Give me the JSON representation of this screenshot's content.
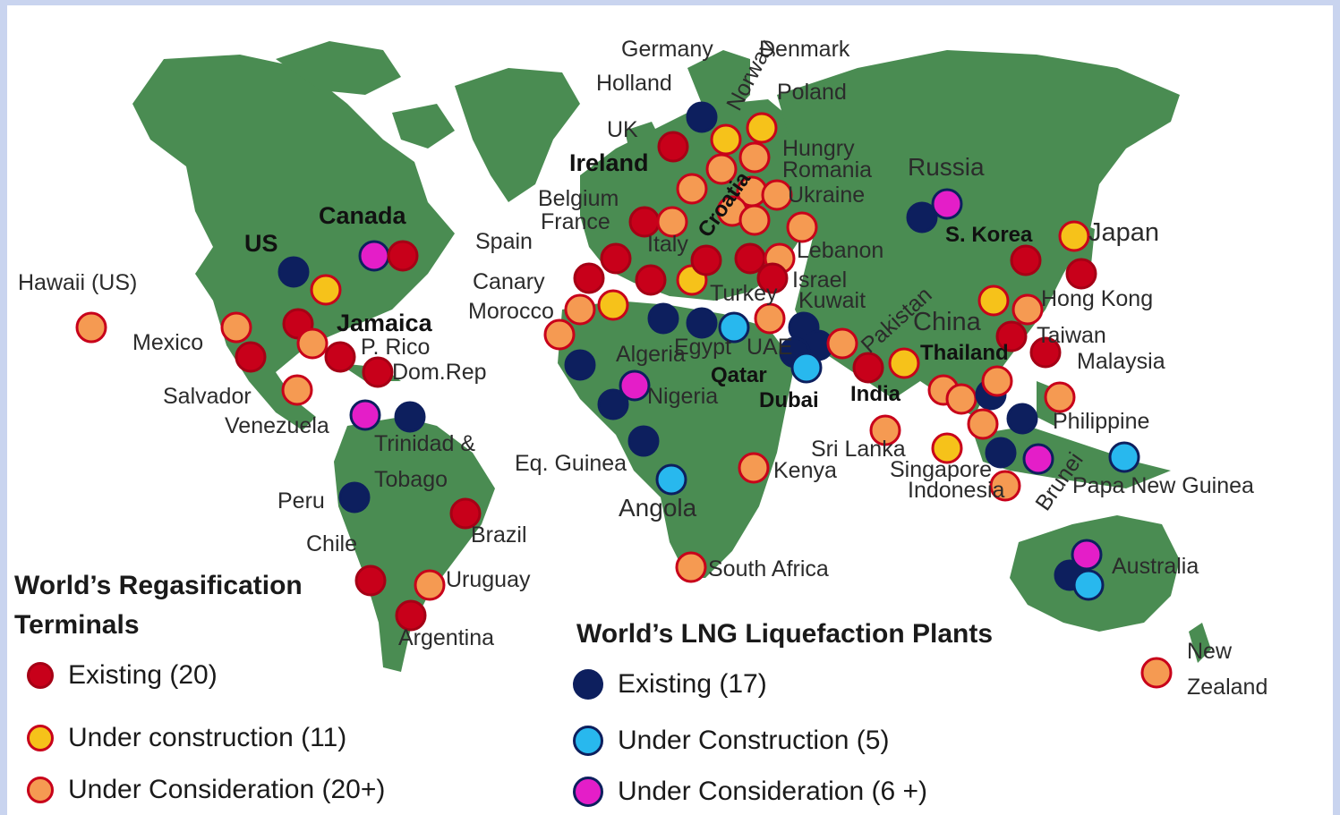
{
  "colors": {
    "land": "#4a8c52",
    "regas_existing": "#c8001a",
    "regas_under_construction": "#f6c21a",
    "regas_under_consideration": "#f59a52",
    "lng_existing": "#0d1f5e",
    "lng_under_construction": "#28b8ee",
    "lng_under_consideration": "#e41ec8"
  },
  "labels": {
    "hawaii": "Hawaii (US)",
    "us": "US",
    "canada": "Canada",
    "mexico": "Mexico",
    "jamaica": "Jamaica",
    "prico": "P. Rico",
    "domrep": "Dom.Rep",
    "salvador": "Salvador",
    "venezuela": "Venezuela",
    "trinidad1": "Trinidad &",
    "trinidad2": "Tobago",
    "peru": "Peru",
    "chile": "Chile",
    "brazil": "Brazil",
    "uruguay": "Uruguay",
    "argentina": "Argentina",
    "germany": "Germany",
    "norway": "Norway",
    "denmark": "Denmark",
    "holland": "Holland",
    "poland": "Poland",
    "uk": "UK",
    "ireland": "Ireland",
    "hungry": "Hungry",
    "romania": "Romania",
    "croatia": "Croatia",
    "belgium": "Belgium",
    "france": "France",
    "ukraine": "Ukraine",
    "spain": "Spain",
    "italy": "Italy",
    "lebanon": "Lebanon",
    "canary": "Canary",
    "morocco": "Morocco",
    "israel": "Israel",
    "turkey": "Turkey",
    "kuwait": "Kuwait",
    "algeria": "Algeria",
    "egypt": "Egypt",
    "uae": "UAE",
    "qatar": "Qatar",
    "dubai": "Dubai",
    "nigeria": "Nigeria",
    "eqguinea": "Eq. Guinea",
    "angola": "Angola",
    "kenya": "Kenya",
    "southafrica": "South Africa",
    "russia": "Russia",
    "skorea": "S. Korea",
    "japan": "Japan",
    "pakistan": "Pakistan",
    "china": "China",
    "hongkong": "Hong Kong",
    "taiwan": "Taiwan",
    "thailand": "Thailand",
    "malaysia": "Malaysia",
    "india": "India",
    "srilanka": "Sri Lanka",
    "philippine": "Philippine",
    "singapore": "Singapore",
    "indonesia": "Indonesia",
    "brunei": "Brunei",
    "png": "Papa New Guinea",
    "australia": "Australia",
    "newzealand1": "New",
    "newzealand2": "Zealand"
  },
  "legend": {
    "regas_title1": "World’s Regasification",
    "regas_title2": "Terminals",
    "regas_existing": "Existing (20)",
    "regas_under_construction": "Under construction (11)",
    "regas_under_consideration": "Under Consideration (20+)",
    "lng_title": "World’s LNG Liquefaction Plants",
    "lng_existing": "Existing (17)",
    "lng_under_construction": "Under Construction (5)",
    "lng_under_consideration": "Under Consideration  (6 +)"
  }
}
